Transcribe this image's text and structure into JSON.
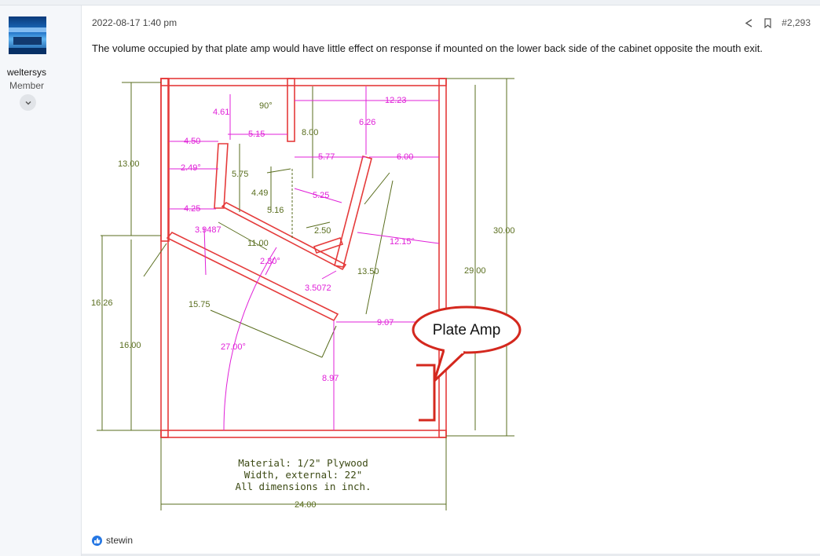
{
  "post": {
    "date": "2022-08-17 1:40 pm",
    "number": "#2,293",
    "text": "The volume occupied by that plate amp would have little effect on response if mounted on the lower back side of the cabinet opposite the mouth exit."
  },
  "author": {
    "name": "weltersys",
    "title": "Member"
  },
  "reactions": {
    "user": "stewin"
  },
  "diagram": {
    "callout": "Plate Amp",
    "notes": [
      "Material: 1/2\" Plywood",
      "Width, external: 22\"",
      "All dimensions in inch."
    ],
    "dims_green": [
      "13.00",
      "16.26",
      "16.00",
      "8.00",
      "5.75",
      "4.49",
      "5.16",
      "11.00",
      "2.50",
      "13.50",
      "15.75",
      "29.00",
      "30.00",
      "24.00"
    ],
    "dims_magenta": [
      "4.61",
      "90°",
      "12.23",
      "6.26",
      "5.15",
      "4.50",
      "5.77",
      "6.00",
      "2.49°",
      "5.25",
      "4.25",
      "3.9487",
      "12.15°",
      "2.30°",
      "3.5072",
      "9.07",
      "27.00°",
      "8.97"
    ],
    "colors": {
      "dim_green": "#5a6e1f",
      "dim_magenta": "#e020d8",
      "outline_red": "#e53b3b",
      "callout_red": "#d4281e"
    }
  }
}
